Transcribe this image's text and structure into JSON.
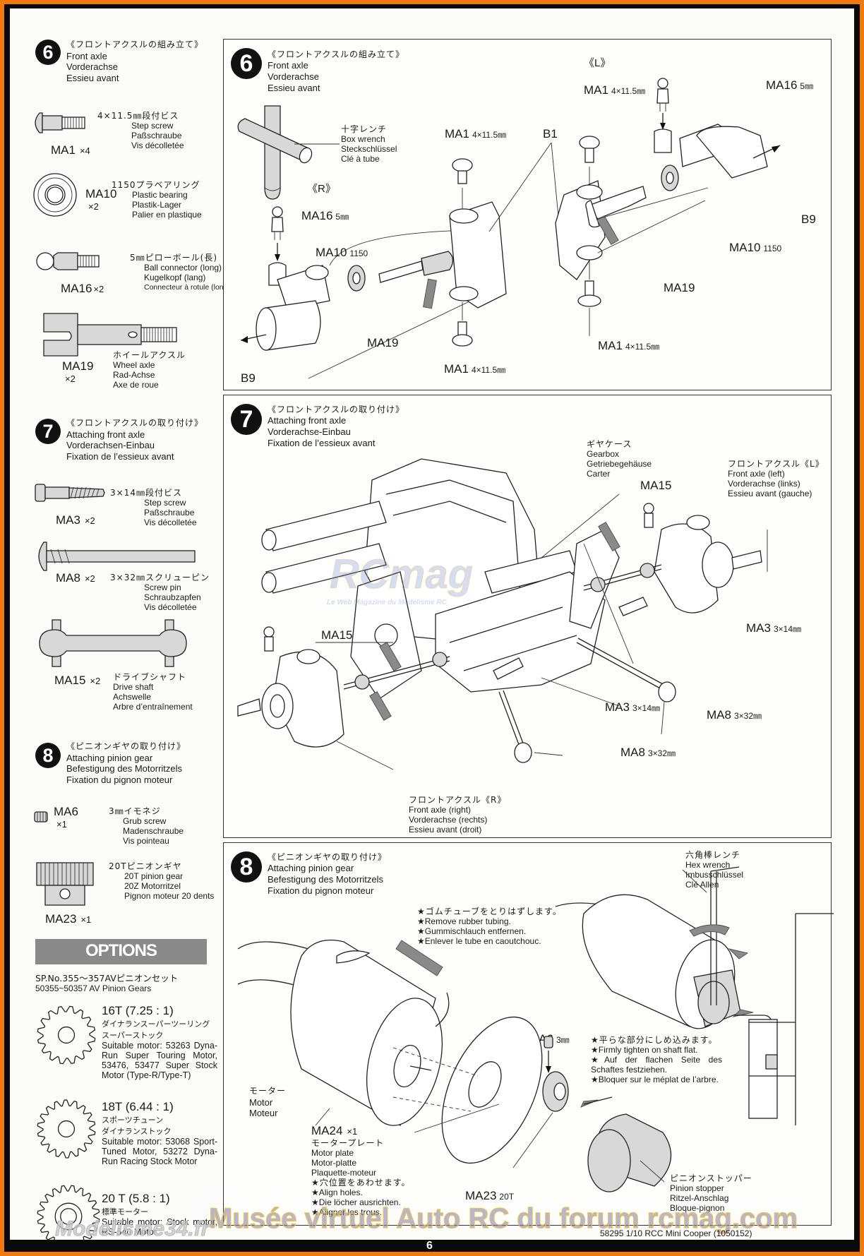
{
  "page": {
    "page_number": "6",
    "footer": "58295  1/10 RCC Mini Cooper (1050152)",
    "colors": {
      "outer_border": "#f07a10",
      "inner_border": "#0a0a0a",
      "options_bar": "#8a8a8a"
    }
  },
  "watermarks": {
    "rcmag_logo": "RCmag",
    "rcmag_tagline": "Le Web Magazine du Modélisme RC",
    "site": "Modelisme34.fr",
    "museum": "Musée virtuel Auto RC du forum rcmag.com"
  },
  "sidebar": {
    "step6": {
      "number": "6",
      "title_jp": "《フロントアクスルの組み立て》",
      "title_en": "Front axle",
      "title_de": "Vorderachse",
      "title_fr": "Essieu avant",
      "parts": [
        {
          "code": "MA1",
          "qty": "×4",
          "spec_jp": "4×11.5㎜段付ビス",
          "en": "Step screw",
          "de": "Paßschraube",
          "fr": "Vis décolletée"
        },
        {
          "code": "MA10",
          "qty": "×2",
          "spec_jp": "1150プラベアリング",
          "en": "Plastic bearing",
          "de": "Plastik-Lager",
          "fr": "Palier en plastique"
        },
        {
          "code": "MA16",
          "qty": "×2",
          "spec_jp": "5㎜ピローボール(長)",
          "en": "Ball connector (long)",
          "de": "Kugelkopf (lang)",
          "fr": "Connecteur à rotule (long)"
        },
        {
          "code": "MA19",
          "qty": "×2",
          "spec_jp": "ホイールアクスル",
          "en": "Wheel axle",
          "de": "Rad-Achse",
          "fr": "Axe de roue"
        }
      ]
    },
    "step7": {
      "number": "7",
      "title_jp": "《フロントアクスルの取り付け》",
      "title_en": "Attaching front axle",
      "title_de": "Vorderachsen-Einbau",
      "title_fr": "Fixation de l’essieux avant",
      "parts": [
        {
          "code": "MA3",
          "qty": "×2",
          "spec_jp": "3×14㎜段付ビス",
          "en": "Step screw",
          "de": "Paßschraube",
          "fr": "Vis décolletée"
        },
        {
          "code": "MA8",
          "qty": "×2",
          "spec_jp": "3×32㎜スクリューピン",
          "en": "Screw pin",
          "de": "Schraubzapfen",
          "fr": "Vis décolletée"
        },
        {
          "code": "MA15",
          "qty": "×2",
          "spec_jp": "ドライブシャフト",
          "en": "Drive shaft",
          "de": "Achswelle",
          "fr": "Arbre d’entraînement"
        }
      ]
    },
    "step8": {
      "number": "8",
      "title_jp": "《ピニオンギヤの取り付け》",
      "title_en": "Attaching pinion gear",
      "title_de": "Befestigung des Motorritzels",
      "title_fr": "Fixation du pignon moteur",
      "parts": [
        {
          "code": "MA6",
          "qty": "×1",
          "spec_jp": "3㎜イモネジ",
          "en": "Grub screw",
          "de": "Madenschraube",
          "fr": "Vis pointeau"
        },
        {
          "code": "MA23",
          "qty": "×1",
          "spec_jp": "20Tピニオンギヤ",
          "en": "20T pinion gear",
          "de": "20Z Motorritzel",
          "fr": "Pignon moteur 20 dents"
        }
      ]
    },
    "options": {
      "heading": "OPTIONS",
      "set_jp": "SP.No.355～357AVピニオンセット",
      "set_en": "50355~50357 AV Pinion Gears",
      "gears": [
        {
          "teeth": "16T (7.25 : 1)",
          "jp1": "ダイナランスーパーツーリング",
          "jp2": "スーパーストック",
          "desc": "Suitable motor: 53263 Dyna-Run Super Touring Motor, 53476, 53477 Super Stock Motor (Type-R/Type-T)"
        },
        {
          "teeth": "18T (6.44 : 1)",
          "jp1": "スポーツチューン",
          "jp2": "ダイナランストック",
          "desc": "Suitable motor: 53068 Sport-Tuned Motor, 53272 Dyna-Run Racing Stock Motor"
        },
        {
          "teeth": "20 T (5.8 : 1)",
          "jp1": "標準モーター",
          "jp2": "",
          "desc": "Suitable motor: Stock motor, RS-540 Motor"
        }
      ]
    }
  },
  "panel6": {
    "number": "6",
    "title_jp": "《フロントアクスルの組み立て》",
    "title_en": "Front axle",
    "title_de": "Vorderachse",
    "title_fr": "Essieu avant",
    "tool": {
      "jp": "十字レンチ",
      "en": "Box wrench",
      "de": "Steckschlüssel",
      "fr": "Clé à tube"
    },
    "side_r": "《R》",
    "side_l": "《L》",
    "labels": {
      "ma16": "MA16",
      "ma16_size": "5㎜",
      "ma10": "MA10",
      "ma10_size": "1150",
      "ma1": "MA1",
      "ma1_size": "4×11.5㎜",
      "ma19": "MA19",
      "b1": "B1",
      "b9": "B9"
    }
  },
  "panel7": {
    "number": "7",
    "title_jp": "《フロントアクスルの取り付け》",
    "title_en": "Attaching front axle",
    "title_de": "Vorderachse-Einbau",
    "title_fr": "Fixation de l’essieux avant",
    "gearbox": {
      "jp": "ギヤケース",
      "en": "Gearbox",
      "de": "Getriebegehäuse",
      "fr": "Carter"
    },
    "axle_left": {
      "jp": "フロントアクスル《L》",
      "en": "Front axle (left)",
      "de": "Vorderachse (links)",
      "fr": "Essieu avant (gauche)"
    },
    "axle_right": {
      "jp": "フロントアクスル《R》",
      "en": "Front axle (right)",
      "de": "Vorderachse (rechts)",
      "fr": "Essieu avant (droit)"
    },
    "labels": {
      "ma15": "MA15",
      "ma3": "MA3",
      "ma3_size": "3×14㎜",
      "ma8": "MA8",
      "ma8_size": "3×32㎜"
    }
  },
  "panel8": {
    "number": "8",
    "title_jp": "《ピニオンギヤの取り付け》",
    "title_en": "Attaching pinion gear",
    "title_de": "Befestigung des Motorritzels",
    "title_fr": "Fixation du pignon moteur",
    "note_tubing": [
      "★ゴムチューブをとりはずします。",
      "★Remove rubber tubing.",
      "★Gummischlauch entfernen.",
      "★Enlever le tube en caoutchouc."
    ],
    "hex_wrench": {
      "jp": "六角棒レンチ",
      "en": "Hex wrench",
      "de": "Imbusschlüssel",
      "fr": "Clé Allen"
    },
    "note_tighten": [
      "★平らな部分にしめ込みます。",
      "★Firmly tighten on shaft flat.",
      "★Auf der flachen Seite des Schaftes festziehen.",
      "★Bloquer sur le méplat de l’arbre."
    ],
    "motor": {
      "jp": "モーター",
      "en": "Motor",
      "fr": "Moteur"
    },
    "motor_plate": {
      "code": "MA24",
      "qty": "×1",
      "jp": "モータープレート",
      "en": "Motor plate",
      "de": "Motor-platte",
      "fr": "Plaquette-moteur"
    },
    "note_align": [
      "★穴位置をあわせます。",
      "★Align holes.",
      "★Die löcher ausrichten.",
      "★Aligner les trous."
    ],
    "pinion_stopper": {
      "jp": "ピニオンストッパー",
      "en": "Pinion stopper",
      "de": "Ritzel-Anschlag",
      "fr": "Bloque-pignon"
    },
    "labels": {
      "ma6": "MA6",
      "ma6_size": "3㎜",
      "ma23": "MA23",
      "ma23_size": "20T"
    }
  }
}
